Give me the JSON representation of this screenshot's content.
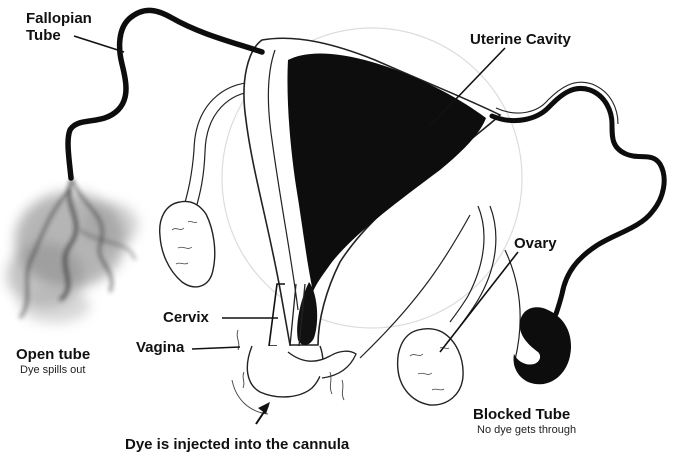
{
  "labels": {
    "fallopian_tube": "Fallopian\nTube",
    "uterine_cavity": "Uterine Cavity",
    "ovary": "Ovary",
    "cervix": "Cervix",
    "vagina": "Vagina",
    "open_tube": "Open tube",
    "open_tube_note": "Dye spills out",
    "blocked_tube": "Blocked Tube",
    "blocked_tube_note": "No dye gets through",
    "caption": "Dye is injected into the cannula"
  },
  "colors": {
    "ink": "#111111",
    "dye": "#0d0d0d",
    "smoke": "#6a6a6a",
    "background": "#ffffff"
  }
}
